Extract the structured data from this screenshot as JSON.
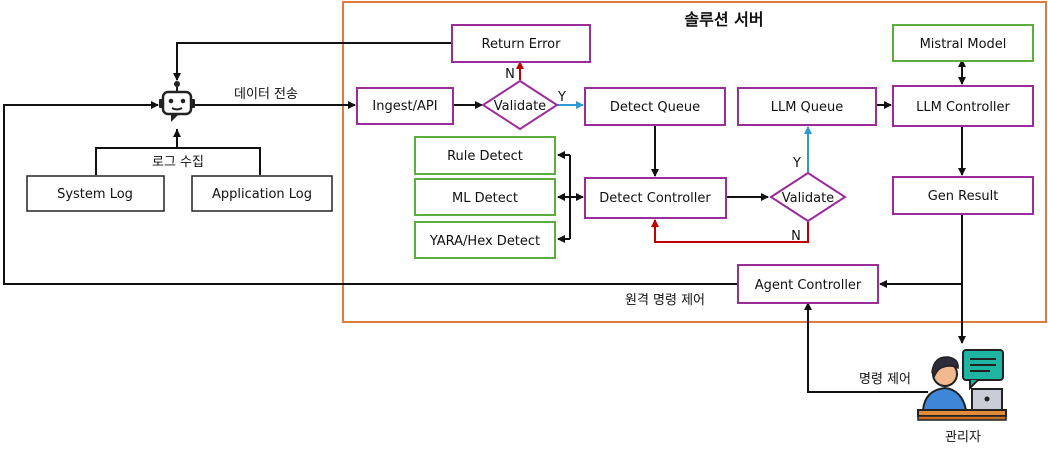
{
  "server_title": "솔루션 서버",
  "nodes": {
    "return_error": "Return Error",
    "ingest_api": "Ingest/API",
    "validate_1": "Validate",
    "detect_queue": "Detect Queue",
    "llm_queue": "LLM Queue",
    "llm_controller": "LLM Controller",
    "mistral_model": "Mistral Model",
    "rule_detect": "Rule Detect",
    "ml_detect": "ML Detect",
    "yara_detect": "YARA/Hex Detect",
    "detect_controller": "Detect Controller",
    "validate_2": "Validate",
    "gen_result": "Gen Result",
    "agent_controller": "Agent Controller",
    "system_log": "System Log",
    "application_log": "Application Log"
  },
  "labels": {
    "data_transfer": "데이터 전송",
    "log_collection": "로그 수집",
    "remote_command": "원격 명령 제어",
    "command_control": "명령 제어",
    "admin": "관리자",
    "n1": "N",
    "y1": "Y",
    "y2": "Y",
    "n2": "N"
  },
  "icons": {
    "agent": "robot-agent-icon",
    "admin": "admin-at-laptop-icon"
  },
  "colors": {
    "server_border": "#E07B39",
    "purple_box": "#9B2D9B",
    "green_box": "#5BAE3C",
    "black_box": "#222222",
    "error_arrow": "#C00000",
    "yes_arrow": "#2E9AD0"
  }
}
